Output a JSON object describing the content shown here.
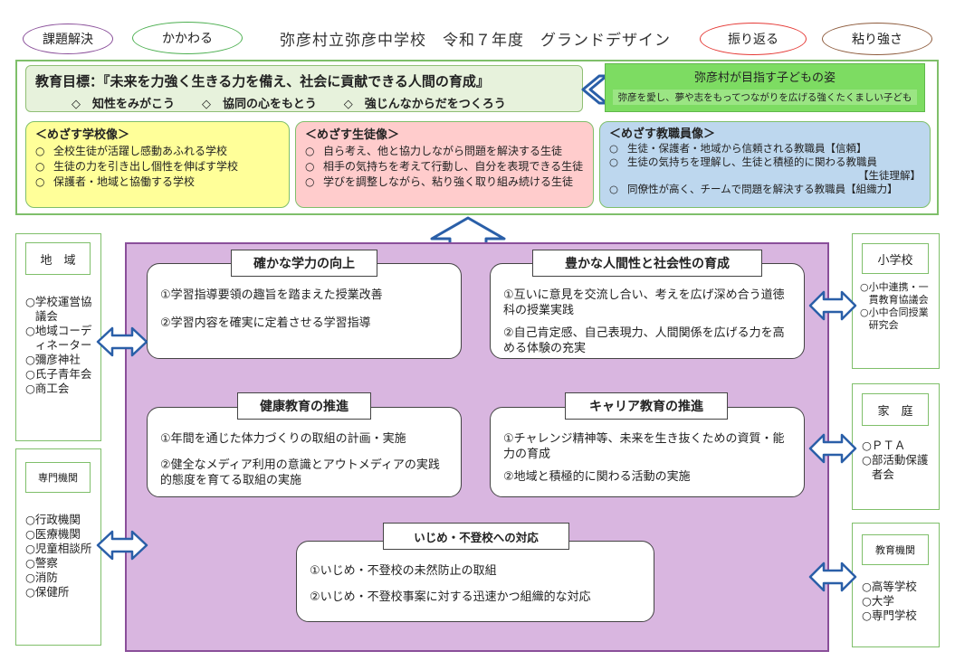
{
  "header": {
    "title": "弥彦村立弥彦中学校　令和７年度　グランドデザイン",
    "pills": [
      {
        "label": "課題解決",
        "color": "#8a4f9a"
      },
      {
        "label": "かかわる",
        "color": "#4caf50"
      },
      {
        "label": "振り返る",
        "color": "#e53935"
      },
      {
        "label": "粘り強さ",
        "color": "#8d5a3b"
      }
    ]
  },
  "goal": {
    "title": "教育目標：『未来を力強く生きる力を備え、社会に貢献できる人間の育成』",
    "subs": [
      "◇　知性をみがこう",
      "◇　協同の心をもとう",
      "◇　強じんなからだをつくろう"
    ]
  },
  "vision": {
    "title": "弥彦村が目指す子どもの姿",
    "text": "弥彦を愛し、夢や志をもってつながりを広げる強くたくましい子ども"
  },
  "school": {
    "heading": "＜めざす学校像＞",
    "items": [
      "全校生徒が活躍し感動あふれる学校",
      "生徒の力を引き出し個性を伸ばす学校",
      "保護者・地域と協働する学校"
    ]
  },
  "student": {
    "heading": "＜めざす生徒像＞",
    "items": [
      "自ら考え、他と協力しながら問題を解決する生徒",
      "相手の気持ちを考えて行動し、自分を表現できる生徒",
      "学びを調整しながら、粘り強く取り組み続ける生徒"
    ]
  },
  "staff": {
    "heading": "＜めざす教職員像＞",
    "items": [
      "生徒・保護者・地域から信頼される教職員【信頼】",
      "生徒の気持ちを理解し、生徒と積極的に関わる教職員",
      "同僚性が高く、チームで問題を解決する教職員【組織力】"
    ],
    "note": "【生徒理解】"
  },
  "circle": "○",
  "left": {
    "chiiki": {
      "title": "地　域",
      "items": [
        "学校運営協議会",
        "地域コーディネーター",
        "彌彦神社",
        "氏子青年会",
        "商工会"
      ]
    },
    "senmon": {
      "title": "専門機関",
      "items": [
        "行政機関",
        "医療機関",
        "児童相談所",
        "警察",
        "消防",
        "保健所"
      ]
    }
  },
  "right": {
    "shogakko": {
      "title": "小学校",
      "items": [
        "小中連携・一貫教育協議会",
        "小中合同授業研究会"
      ]
    },
    "katei": {
      "title": "家　庭",
      "items": [
        "ＰＴＡ",
        "部活動保護者会"
      ]
    },
    "kyoiku": {
      "title": "教育機関",
      "items": [
        "高等学校",
        "大学",
        "専門学校"
      ]
    }
  },
  "cards": {
    "gakuryoku": {
      "title": "確かな学力の向上",
      "items": [
        "①学習指導要領の趣旨を踏まえた授業改善",
        "②学習内容を確実に定着させる学習指導"
      ]
    },
    "ningensei": {
      "title": "豊かな人間性と社会性の育成",
      "items": [
        "①互いに意見を交流し合い、考えを広げ深め合う道徳科の授業実践",
        "②自己肯定感、自己表現力、人間関係を広げる力を高める体験の充実"
      ]
    },
    "kenko": {
      "title": "健康教育の推進",
      "items": [
        "①年間を通じた体力づくりの取組の計画・実施",
        "②健全なメディア利用の意識とアウトメディアの実践的態度を育てる取組の実施"
      ]
    },
    "career": {
      "title": "キャリア教育の推進",
      "items": [
        "①チャレンジ精神等、未来を生き抜くための資質・能力の育成",
        "②地域と積極的に関わる活動の実施"
      ]
    },
    "ijime": {
      "title": "いじめ・不登校への対応",
      "items": [
        "①いじめ・不登校の未然防止の取組",
        "②いじめ・不登校事案に対する迅速かつ組織的な対応"
      ]
    }
  }
}
